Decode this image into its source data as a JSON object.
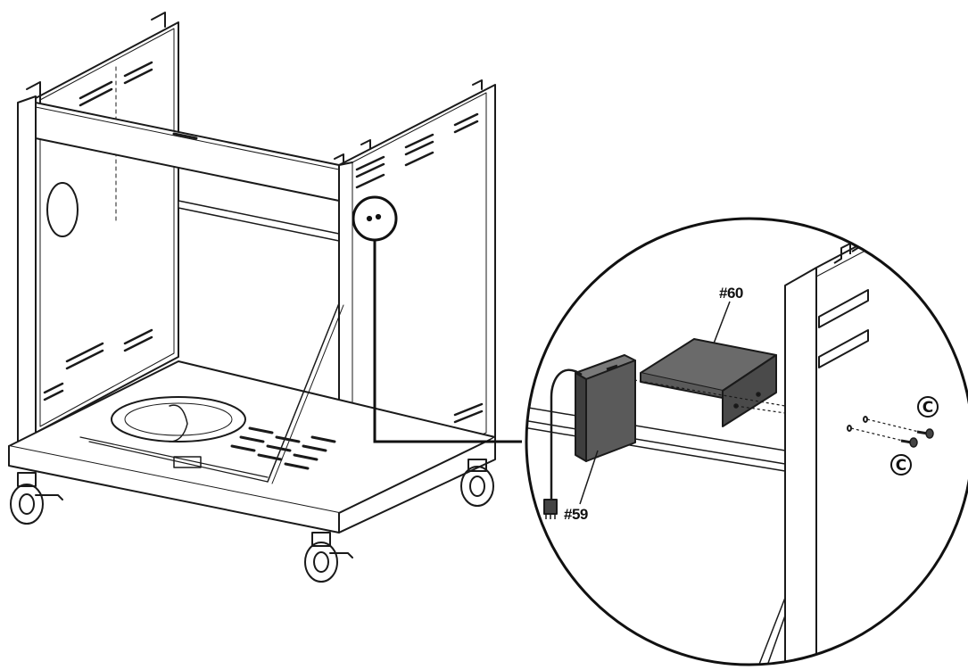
{
  "diagram": {
    "part_labels": {
      "part_60": "#60",
      "part_59": "#59"
    },
    "hardware_label": "C",
    "colors": {
      "line": "#1a1a1a",
      "part_fill": "#5e5e5e",
      "part_fill_dark": "#3e3e3e",
      "background": "#ffffff"
    }
  }
}
